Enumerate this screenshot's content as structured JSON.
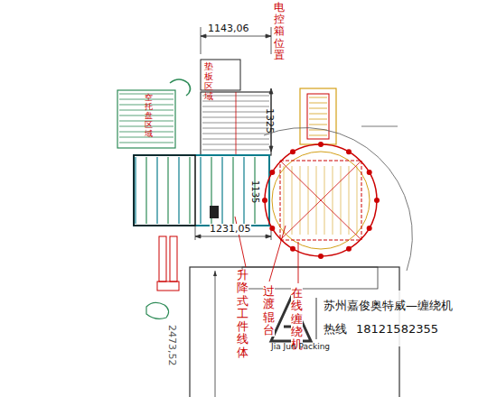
{
  "diagram": {
    "nodes": [
      {
        "text": [
          "垫板区域"
        ]
      },
      {
        "text": [
          "空托盘区域"
        ]
      }
    ],
    "labels": [
      "1143,06",
      "电控箱位置",
      "1325",
      "1135",
      "1231,05",
      "2473,52",
      "在线缠绕机",
      "过渡辊台",
      "升降式工件线体",
      "苏州嘉俊奥特威—缠绕机",
      "热线",
      "18121582355",
      "Jia Jun Packing"
    ]
  }
}
